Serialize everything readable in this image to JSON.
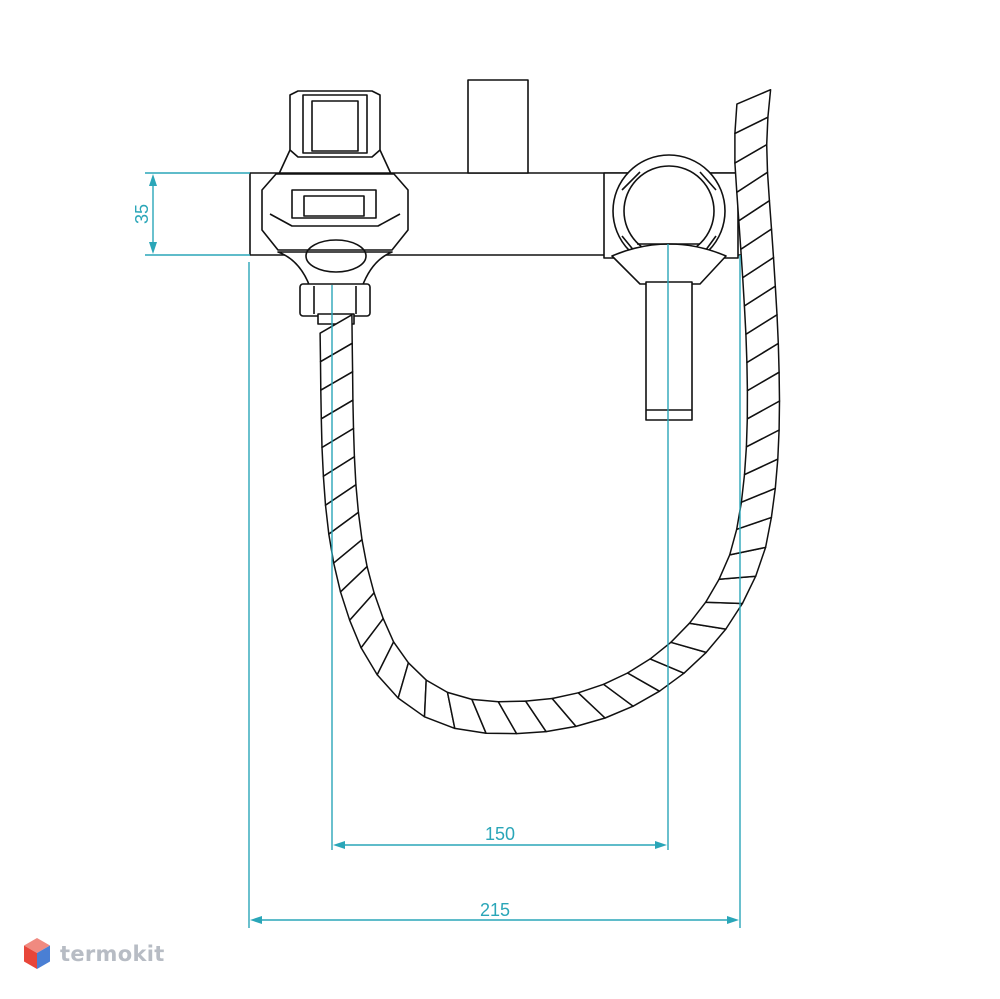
{
  "dimensions": {
    "height_label": "35",
    "inner_width_label": "150",
    "outer_width_label": "215"
  },
  "brand": {
    "name": "termokit"
  },
  "colors": {
    "line": "#111111",
    "dimension": "#2aa6b8",
    "logo_red": "#e8463a",
    "logo_blue": "#4a7fd4",
    "logo_text": "#b7bcc4"
  }
}
